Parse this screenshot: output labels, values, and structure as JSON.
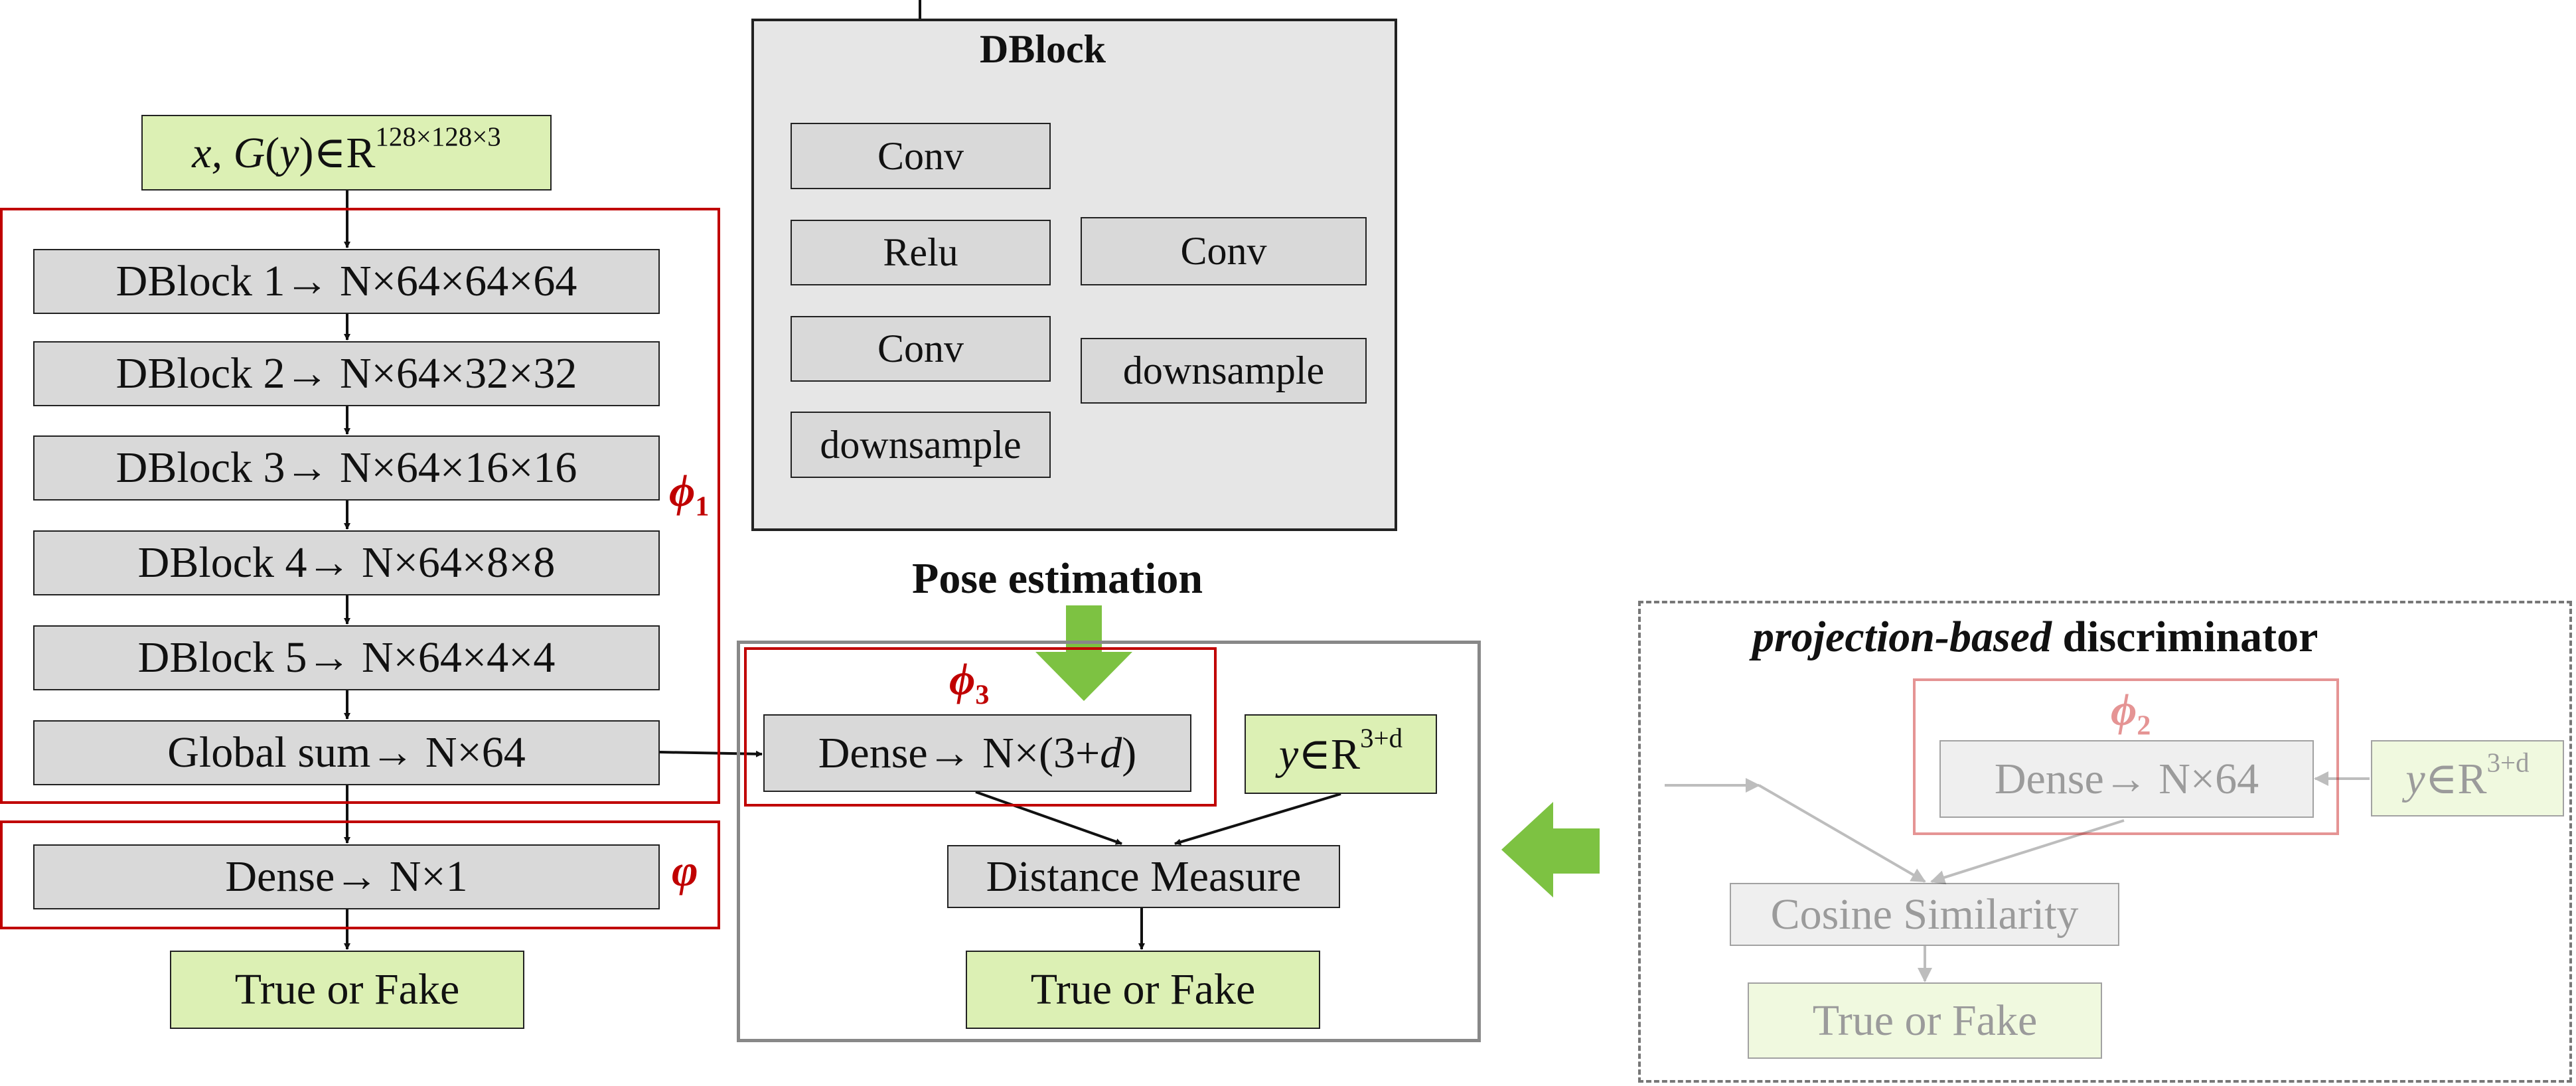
{
  "left": {
    "input": {
      "prefix": "x, G",
      "paren_var": "y",
      "member": "R",
      "exp": "128×128×3"
    },
    "blocks": [
      "DBlock 1→ N×64×64×64",
      "DBlock 2→ N×64×32×32",
      "DBlock 3→ N×64×16×16",
      "DBlock 4→ N×64×8×8",
      "DBlock 5→ N×64×4×4",
      "Global sum→ N×64"
    ],
    "phi1": {
      "sym": "ϕ",
      "sub": "1"
    },
    "dense": "Dense→ N×1",
    "phi": "φ",
    "output": "True or Fake"
  },
  "dblock": {
    "title": "DBlock",
    "left_chain": [
      "Conv",
      "Relu",
      "Conv",
      "downsample"
    ],
    "right_chain": [
      "Conv",
      "downsample"
    ]
  },
  "pose": {
    "title": "Pose estimation",
    "phi3": {
      "sym": "ϕ",
      "sub": "3"
    },
    "dense": {
      "text": "Dense→ N×(3+",
      "var": "d",
      "close": ")"
    },
    "y_input": {
      "var": "y",
      "member": "∈R",
      "exp": "3+d"
    },
    "distance": "Distance Measure",
    "output": "True or Fake"
  },
  "projection": {
    "title_italic": "projection-based",
    "title_rest": " discriminator",
    "phi2": {
      "sym": "ϕ",
      "sub": "2"
    },
    "dense": "Dense→ N×64",
    "y_input": {
      "var": "y",
      "member": "∈R",
      "exp": "3+d"
    },
    "cosine": "Cosine Similarity",
    "output": "True or Fake"
  },
  "colors": {
    "red": "#c00000",
    "green_fill": "#dcf0b4",
    "gray_fill": "#d9d9d9",
    "panel_fill": "#e6e6e6",
    "arrow_green": "#7dc242"
  }
}
